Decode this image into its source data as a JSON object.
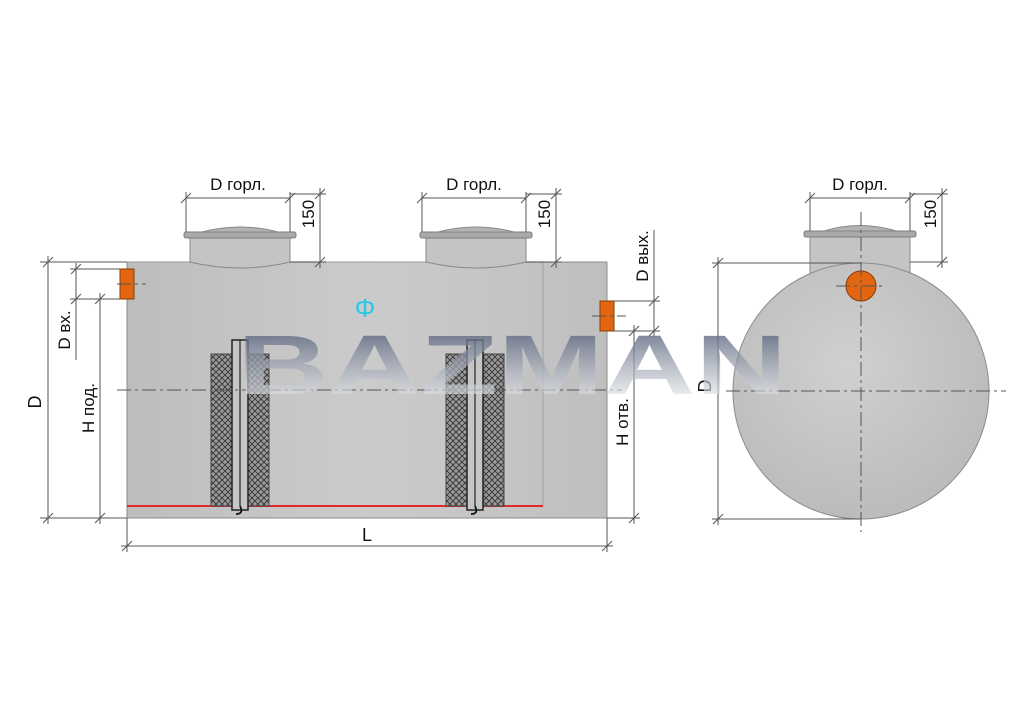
{
  "watermark": "BAZMAN",
  "symbol": "Φ",
  "side_view": {
    "neck_width_label_1": "D горл.",
    "neck_width_label_2": "D горл.",
    "neck_height_label_1": "150",
    "neck_height_label_2": "150",
    "inlet_diameter_label": "D вх.",
    "inlet_height_label": "H под.",
    "outlet_diameter_label": "D вых.",
    "outlet_height_label": "H отв.",
    "tank_diameter_label": "D",
    "tank_length_label": "L"
  },
  "end_view": {
    "neck_width_label": "D горл.",
    "neck_height_label": "150",
    "tank_diameter_label": "D"
  },
  "colors": {
    "tank_fill": "#c4c4c4",
    "pipe_fill": "#e2650f",
    "baffle_line": "#e02a2a",
    "symbol": "#27c8e8",
    "watermark": "#4a5a78"
  }
}
